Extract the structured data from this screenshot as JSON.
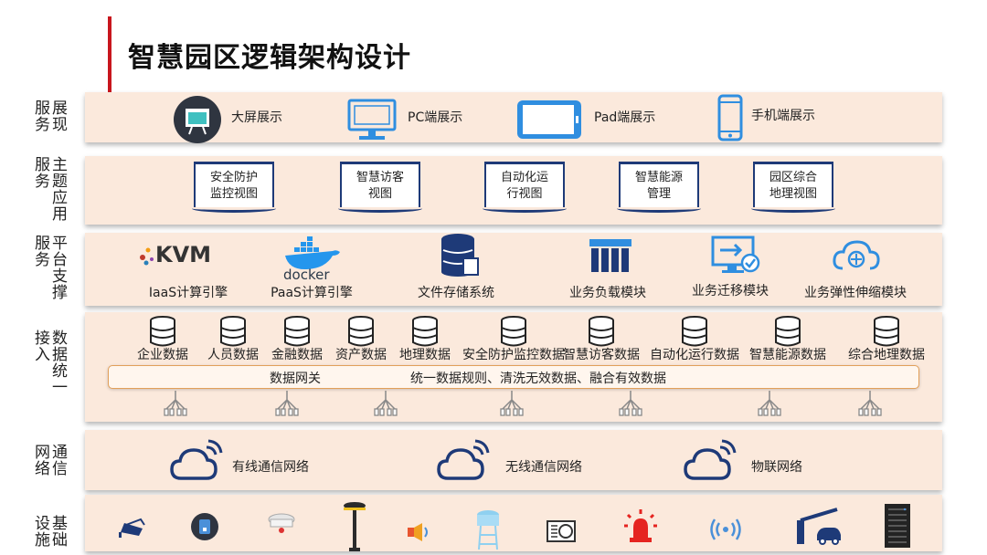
{
  "title": "智慧园区逻辑架构设计",
  "layers": [
    {
      "id": "display",
      "label_cols": [
        "展现",
        "服务"
      ]
    },
    {
      "id": "theme",
      "label_cols": [
        "主题应用",
        "服务"
      ]
    },
    {
      "id": "platform",
      "label_cols": [
        "平台支撑",
        "服务"
      ]
    },
    {
      "id": "data",
      "label_cols": [
        "数据统一",
        "接入"
      ]
    },
    {
      "id": "network",
      "label_cols": [
        "通信",
        "网络"
      ]
    },
    {
      "id": "infra",
      "label_cols": [
        "基础",
        "设施"
      ]
    }
  ],
  "display": {
    "items": [
      {
        "label": "大屏展示",
        "icon": "big-screen-icon"
      },
      {
        "label": "PC端展示",
        "icon": "pc-monitor-icon"
      },
      {
        "label": "Pad端展示",
        "icon": "tablet-icon"
      },
      {
        "label": "手机端展示",
        "icon": "mobile-phone-icon"
      }
    ]
  },
  "theme": {
    "items": [
      {
        "line1": "安全防护",
        "line2": "监控视图"
      },
      {
        "line1": "智慧访客",
        "line2": "视图"
      },
      {
        "line1": "自动化运",
        "line2": "行视图"
      },
      {
        "line1": "智慧能源",
        "line2": "管理"
      },
      {
        "line1": "园区综合",
        "line2": "地理视图"
      }
    ]
  },
  "platform": {
    "items": [
      {
        "label": "IaaS计算引擎",
        "logo": "KVM",
        "icon": "kvm-logo"
      },
      {
        "label": "PaaS计算引擎",
        "logo": "docker",
        "icon": "docker-logo"
      },
      {
        "label": "文件存储系统",
        "icon": "storage-icon"
      },
      {
        "label": "业务负载模块",
        "icon": "load-balance-icon"
      },
      {
        "label": "业务迁移模块",
        "icon": "migration-icon"
      },
      {
        "label": "业务弹性伸缩模块",
        "icon": "cloud-scaling-icon"
      }
    ]
  },
  "data_access": {
    "items": [
      "企业数据",
      "人员数据",
      "金融数据",
      "资产数据",
      "地理数据",
      "安全防护监控数据",
      "智慧访客数据",
      "自动化运行数据",
      "智慧能源数据",
      "综合地理数据"
    ],
    "gateway_label": "数据网关",
    "gateway_desc": "统一数据规则、清洗无效数据、融合有效数据"
  },
  "network": {
    "items": [
      "有线通信网络",
      "无线通信网络",
      "物联网络"
    ]
  },
  "infrastructure": {
    "icons": [
      "camera-icon",
      "access-control-icon",
      "smoke-detector-icon",
      "street-lamp-icon",
      "speaker-icon",
      "water-tower-icon",
      "air-conditioner-icon",
      "alarm-light-icon",
      "wireless-signal-icon",
      "barrier-gate-icon",
      "server-rack-icon"
    ]
  },
  "colors": {
    "accent": "#c8161d",
    "band": "#fbe9dc",
    "navy": "#1e3a78",
    "blue": "#2f8ee0"
  }
}
